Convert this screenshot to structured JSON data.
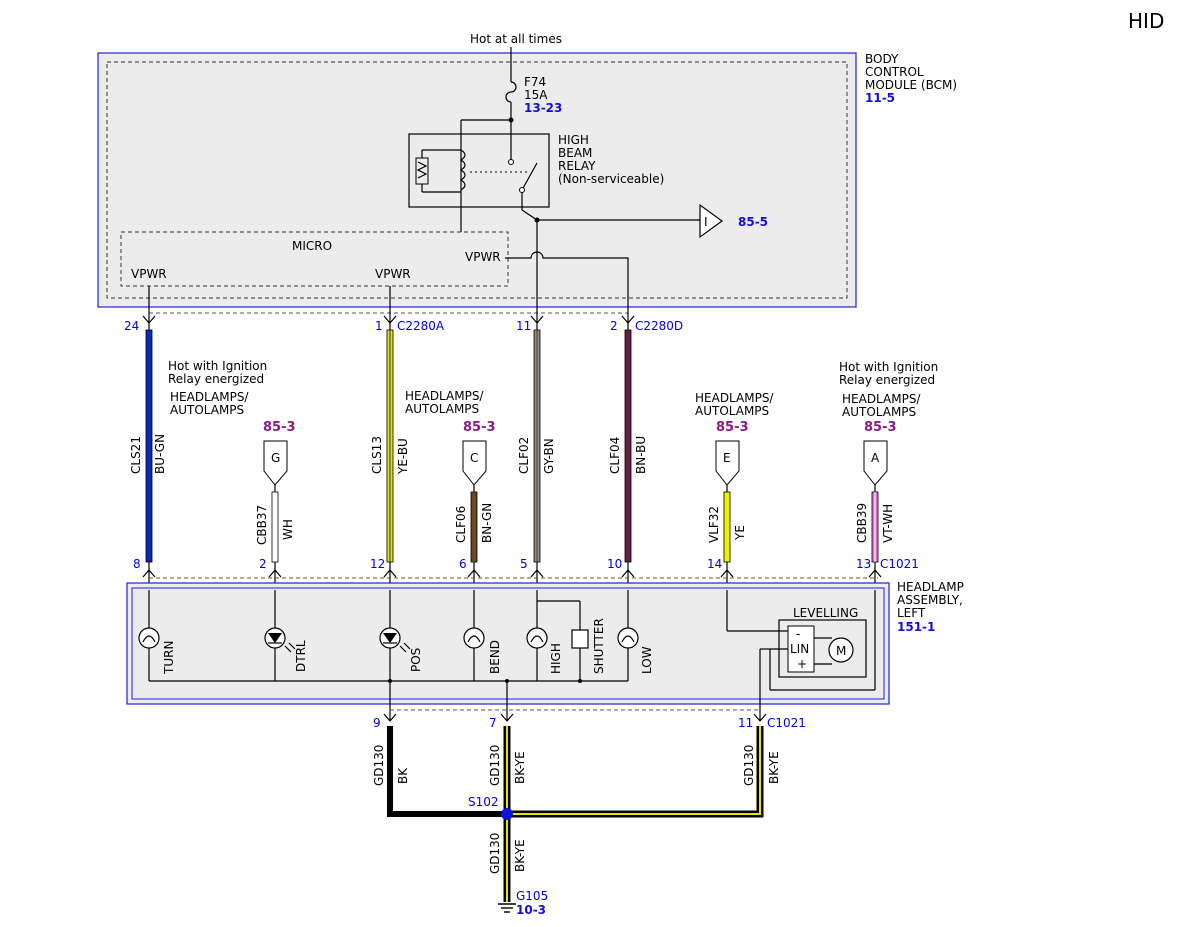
{
  "page_code": "HID",
  "top": {
    "hot_label": "Hot at all times"
  },
  "bcm": {
    "name_lines": [
      "BODY",
      "CONTROL",
      "MODULE (BCM)"
    ],
    "ref": "11-5",
    "fuse": {
      "name": "F74",
      "rating": "15A",
      "ref": "13-23"
    },
    "relay_lines": [
      "HIGH",
      "BEAM",
      "RELAY",
      "(Non-serviceable)"
    ],
    "micro_label": "MICRO",
    "vpwr_labels": [
      "VPWR",
      "VPWR",
      "VPWR"
    ],
    "output_symbol": "I",
    "output_ref": "85-5"
  },
  "top_connectors": [
    {
      "pin": "24",
      "connector": ""
    },
    {
      "pin": "1",
      "connector": "C2280A"
    },
    {
      "pin": "11",
      "connector": ""
    },
    {
      "pin": "2",
      "connector": "C2280D"
    }
  ],
  "wires": [
    {
      "circuit": "CLS21",
      "color": "BU-GN",
      "hex": "#0a2ab8"
    },
    {
      "circuit": "CBB37",
      "color": "WH",
      "hex": "#ffffff"
    },
    {
      "circuit": "CLS13",
      "color": "YE-BU",
      "hex": "#e8e400"
    },
    {
      "circuit": "CLF06",
      "color": "BN-GN",
      "hex": "#7a3a20"
    },
    {
      "circuit": "CLF02",
      "color": "GY-BN",
      "hex": "#8a8a8a"
    },
    {
      "circuit": "CLF04",
      "color": "BN-BU",
      "hex": "#7a1a30"
    },
    {
      "circuit": "VLF32",
      "color": "YE",
      "hex": "#f0f000"
    },
    {
      "circuit": "CBB39",
      "color": "VT-WH",
      "hex": "#e070d8"
    }
  ],
  "notes": {
    "hot_ign_1": [
      "Hot with Ignition",
      "Relay energized"
    ],
    "hot_ign_2": [
      "Hot with Ignition",
      "Relay energized"
    ],
    "headlamps": [
      "HEADLAMPS/",
      "AUTOLAMPS"
    ]
  },
  "flags": [
    {
      "ref": "85-3",
      "letter": "G"
    },
    {
      "ref": "85-3",
      "letter": "C"
    },
    {
      "ref": "85-3",
      "letter": "E"
    },
    {
      "ref": "85-3",
      "letter": "A"
    }
  ],
  "lower_pins": [
    "8",
    "2",
    "12",
    "6",
    "5",
    "10",
    "14",
    "13"
  ],
  "lower_connector": "C1021",
  "assembly": {
    "name_lines": [
      "HEADLAMP",
      "ASSEMBLY,",
      "LEFT"
    ],
    "ref": "151-1",
    "lamps": [
      "TURN",
      "DTRL",
      "POS",
      "BEND",
      "HIGH",
      "SHUTTER",
      "LOW"
    ],
    "levelling": "LEVELLING",
    "lin_minus": "-",
    "lin": "LIN",
    "lin_plus": "+",
    "motor": "M"
  },
  "ground": {
    "pins": [
      "9",
      "7",
      "11"
    ],
    "connector": "C1021",
    "wires": [
      {
        "circuit": "GD130",
        "color": "BK"
      },
      {
        "circuit": "GD130",
        "color": "BK-YE"
      },
      {
        "circuit": "GD130",
        "color": "BK-YE"
      },
      {
        "circuit": "GD130",
        "color": "BK-YE"
      }
    ],
    "splice": "S102",
    "ground_name": "G105",
    "ground_ref": "10-3"
  }
}
